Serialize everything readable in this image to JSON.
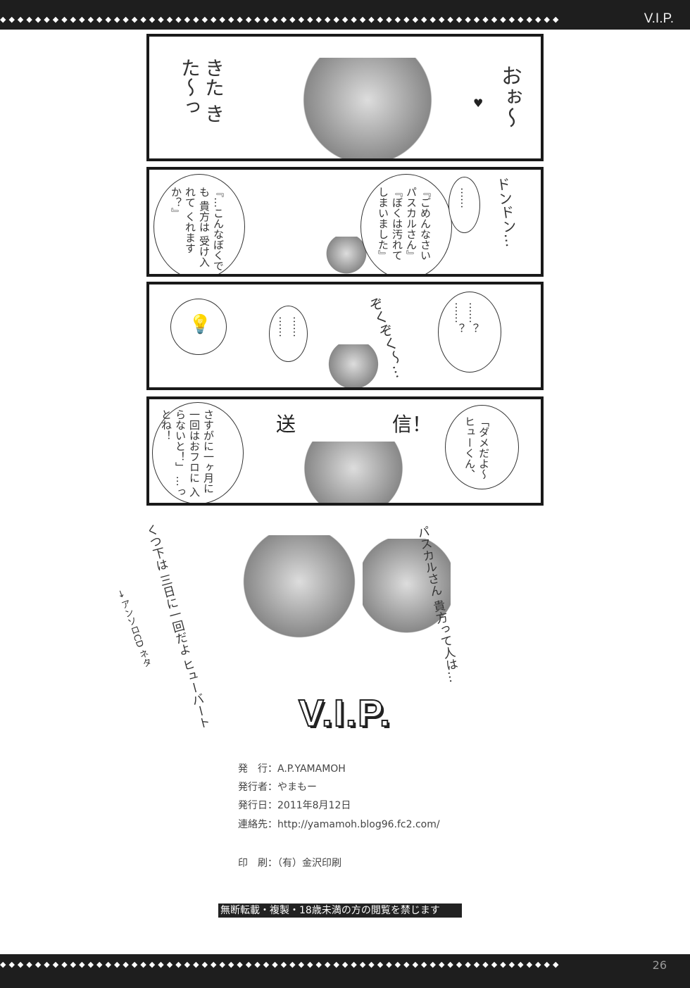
{
  "header": {
    "title": "V.I.P.",
    "dots": "◆◆◆◆◆◆◆◆◆◆◆◆◆◆◆◆◆◆◆◆◆◆◆◆◆◆◆◆◆◆◆◆◆◆◆◆◆◆◆◆◆◆◆◆◆◆◆◆◆◆◆◆◆◆◆◆◆◆◆◆◆◆◆◆"
  },
  "footer": {
    "page_number": "26",
    "dots": "◆◆◆◆◆◆◆◆◆◆◆◆◆◆◆◆◆◆◆◆◆◆◆◆◆◆◆◆◆◆◆◆◆◆◆◆◆◆◆◆◆◆◆◆◆◆◆◆◆◆◆◆◆◆◆◆◆◆◆◆◆◆◆◆"
  },
  "panels": [
    {
      "left_text": "きた きた〜っ",
      "right_text": "おぉ〜",
      "heart": "♥"
    },
    {
      "sfx": "ドンドン…",
      "bubble_right_1": "……",
      "bubble_right_2": "『ごめんなさい パスカルさん』『ぼくは汚れて しまいました』",
      "bubble_left": "『…こんなぼくでも 貴方は 受け入れて くれますか？』"
    },
    {
      "sfx": "ぞくぞく〜…",
      "bubble_right": "……？ ……？",
      "bubble_mid": "…… ……",
      "bubble_left_icon": "lightbulb"
    },
    {
      "sfx_left": "送",
      "sfx_right": "信！",
      "bubble_right": "「ダメだよ〜 ヒューくん、",
      "bubble_left": "さすがに一ヶ月に 一回はおフロに 入らないと！」 …っとね！"
    }
  ],
  "bottom_art": {
    "note_left": "くつ下は 三日に一回だよ ヒューバート",
    "note_small": "→ アンソロCD ネタ",
    "note_right": "パスカルさん 貴方って人は…"
  },
  "title": "V.I.P.",
  "colophon": {
    "publisher": "発　行：A.P.YAMAMOH",
    "issuer": "発行者：やまもー",
    "date": "発行日：2011年8月12日",
    "contact": "連絡先：http://yamamoh.blog96.fc2.com/",
    "printer": "印　刷：（有）金沢印刷",
    "warning": "無断転載・複製・18歳未満の方の閲覧を禁じます"
  }
}
